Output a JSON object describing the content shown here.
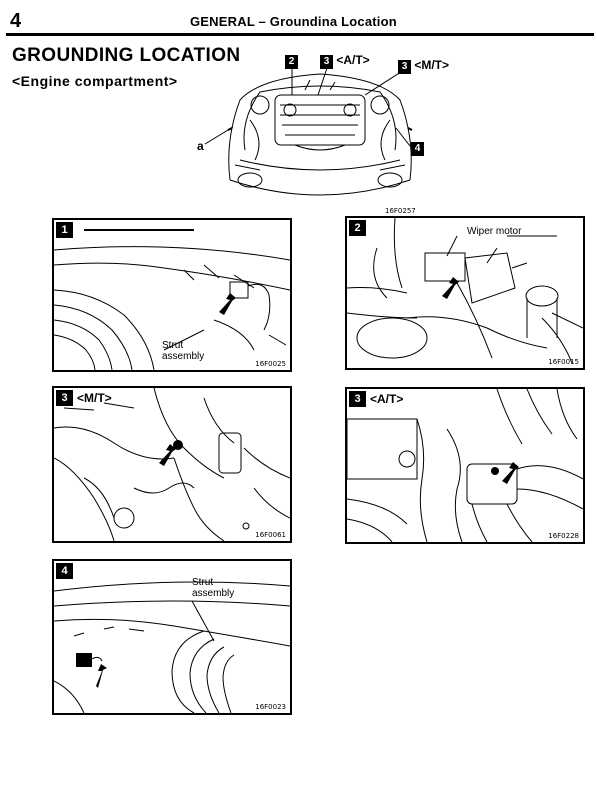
{
  "header": {
    "page_number": "4",
    "title": "GENERAL – Groundina Location"
  },
  "main": {
    "title": "GROUNDING LOCATION",
    "subtitle": "<Engine compartment>"
  },
  "overview": {
    "callouts": [
      {
        "num": "2",
        "text": ""
      },
      {
        "num": "3",
        "text": "<A/T>"
      },
      {
        "num": "3",
        "text": "<M/T>"
      },
      {
        "num": "4",
        "text": ""
      }
    ],
    "point_label": "a"
  },
  "panels": [
    {
      "num": "1",
      "variant": "",
      "labels": [
        "Strut",
        "assembly"
      ],
      "code": "16F0025"
    },
    {
      "num": "2",
      "variant": "",
      "labels": [
        "Wiper motor"
      ],
      "code": "16F0015",
      "top_code": "16F0257"
    },
    {
      "num": "3",
      "variant": "<M/T>",
      "labels": [],
      "code": "16F0061"
    },
    {
      "num": "3",
      "variant": "<A/T>",
      "labels": [],
      "code": "16F0228"
    },
    {
      "num": "4",
      "variant": "",
      "labels": [
        "Strut",
        "assembly"
      ],
      "code": "16F0023"
    }
  ]
}
